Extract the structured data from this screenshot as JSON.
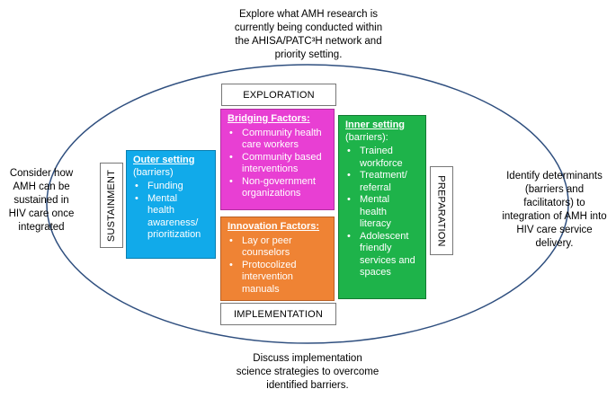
{
  "notes": {
    "top": [
      "Explore what AMH research is",
      "currently being conducted within",
      "the AHISA/PATC³H network and",
      "priority setting."
    ],
    "left": [
      "Consider how",
      "AMH can be",
      "sustained in",
      "HIV care once",
      "integrated"
    ],
    "right": [
      "Identify determinants",
      "(barriers and",
      "facilitators) to",
      "integration of AMH into",
      "HIV care service",
      "delivery."
    ],
    "bottom": [
      "Discuss implementation",
      "science strategies to overcome",
      "identified barriers."
    ]
  },
  "phases": {
    "exploration": "EXPLORATION",
    "implementation": "IMPLEMENTATION",
    "sustainment": "SUSTAINMENT",
    "preparation": "PREPARATION"
  },
  "bridging": {
    "title": "Bridging Factors:",
    "items": [
      [
        "Community health",
        "care workers"
      ],
      [
        "Community based",
        "interventions"
      ],
      [
        "Non-government",
        "organizations"
      ]
    ]
  },
  "innovation": {
    "title": "Innovation Factors:",
    "items": [
      [
        "Lay or peer",
        "counselors"
      ],
      [
        "Protocolized",
        "intervention",
        "manuals"
      ]
    ]
  },
  "outer": {
    "title": "Outer setting",
    "subtitle": "(barriers)",
    "items": [
      [
        "Funding"
      ],
      [
        "Mental",
        "health",
        "awareness/",
        "prioritization"
      ]
    ]
  },
  "inner": {
    "title": "Inner setting",
    "subtitle": "(barriers):",
    "items": [
      [
        "Trained",
        "workforce"
      ],
      [
        "Treatment/",
        "referral"
      ],
      [
        "Mental",
        "health",
        "literacy"
      ],
      [
        "Adolescent",
        "friendly",
        "services and",
        "spaces"
      ]
    ]
  },
  "colors": {
    "bridging": "#e83fd3",
    "innovation": "#ef8334",
    "outer": "#11aaea",
    "inner": "#1eb34a",
    "ellipse_stroke": "#2f4f7f"
  }
}
